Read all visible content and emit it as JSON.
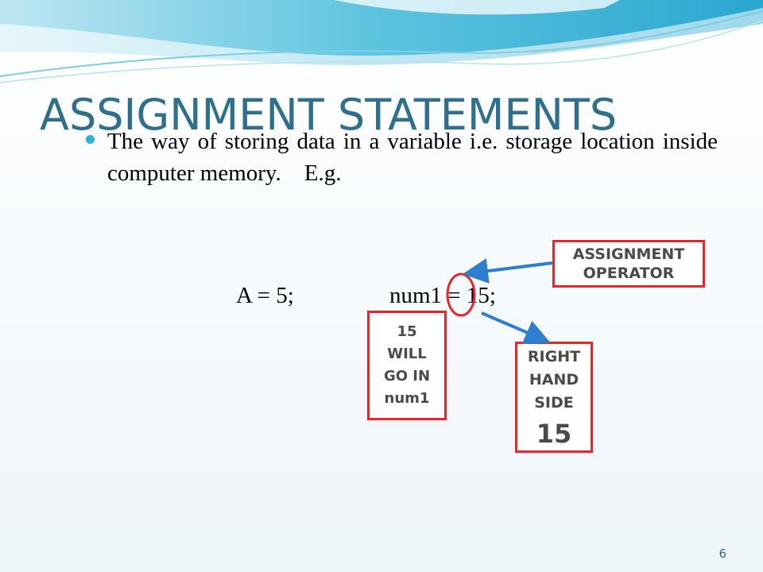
{
  "slide": {
    "title": "ASSIGNMENT STATEMENTS",
    "bullet": "The way of storing data in a variable i.e. storage location inside computer memory.    E.g.",
    "code_left": "A = 5;",
    "code_right": "num1 = 15;",
    "page_number": "6"
  },
  "annotations": {
    "operator_box": [
      "ASSIGNMENT",
      "OPERATOR"
    ],
    "value_box": [
      "15",
      "WILL",
      "GO IN",
      "num1"
    ],
    "rhs_box": [
      "RIGHT",
      "HAND",
      "SIDE"
    ],
    "rhs_value": "15"
  },
  "colors": {
    "title": "#2e6f8e",
    "bullet": "#29b6d6",
    "box_border": "#e8252b",
    "arrow": "#2f7fd1",
    "circle": "#e8252b"
  }
}
